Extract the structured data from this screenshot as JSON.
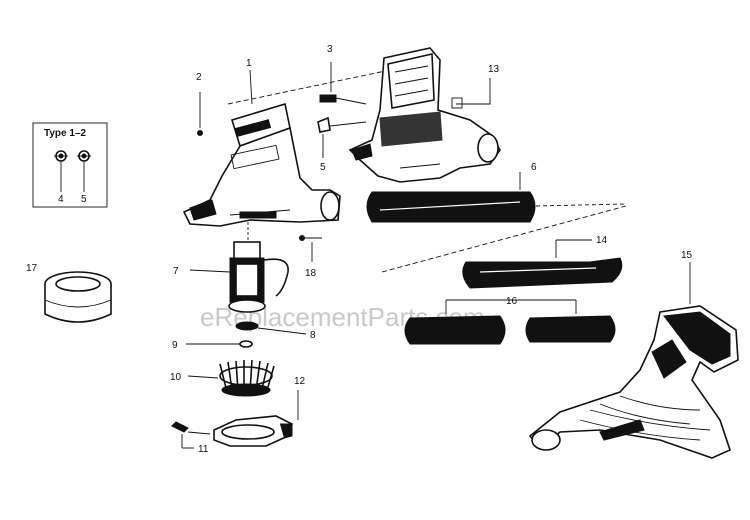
{
  "watermark": "eReplacementParts.com",
  "inset_title": "Type 1–2",
  "inset_labels": [
    "4",
    "5"
  ],
  "callouts": [
    "1",
    "2",
    "3",
    "5",
    "6",
    "7",
    "8",
    "9",
    "10",
    "11",
    "12",
    "13",
    "14",
    "15",
    "16",
    "17",
    "18"
  ],
  "colors": {
    "ink": "#111111",
    "watermark": "#c9c9c9",
    "background": "#ffffff"
  }
}
